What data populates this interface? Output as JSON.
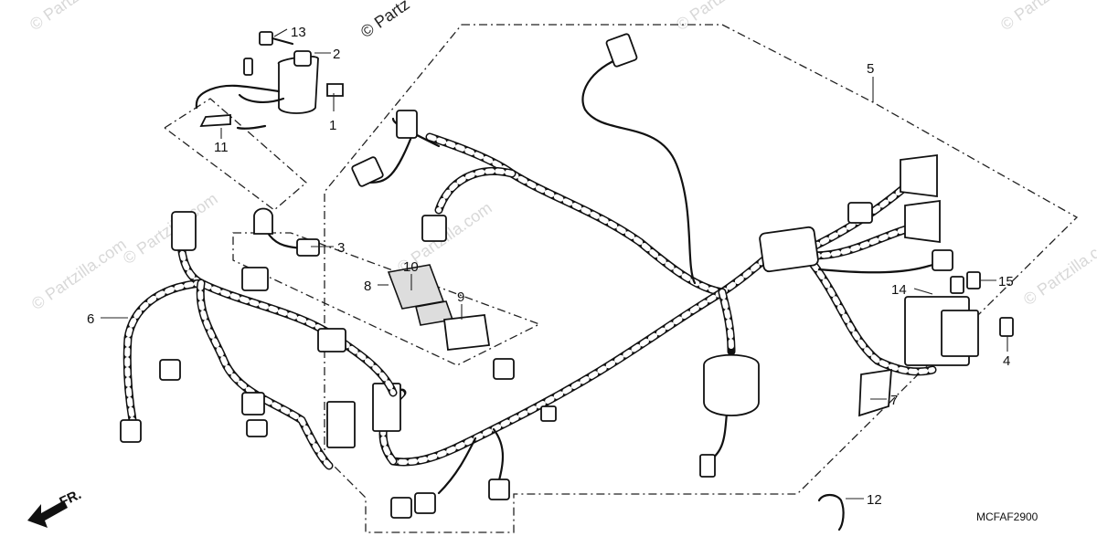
{
  "diagram": {
    "drawing_code": "MCFAF2900",
    "watermark": "© Partzilla.com",
    "watermark_top": "© Partz",
    "direction_label": "FR.",
    "callouts": [
      {
        "id": "c1",
        "label": "1"
      },
      {
        "id": "c2",
        "label": "2"
      },
      {
        "id": "c3",
        "label": "3"
      },
      {
        "id": "c4",
        "label": "4"
      },
      {
        "id": "c5",
        "label": "5"
      },
      {
        "id": "c6",
        "label": "6"
      },
      {
        "id": "c7",
        "label": "7"
      },
      {
        "id": "c8",
        "label": "8"
      },
      {
        "id": "c9",
        "label": "9"
      },
      {
        "id": "c10",
        "label": "10"
      },
      {
        "id": "c11",
        "label": "11"
      },
      {
        "id": "c12",
        "label": "12"
      },
      {
        "id": "c13",
        "label": "13"
      },
      {
        "id": "c14",
        "label": "14"
      },
      {
        "id": "c15",
        "label": "15"
      }
    ]
  }
}
